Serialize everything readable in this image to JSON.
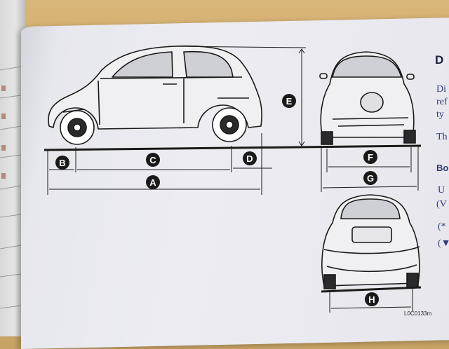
{
  "labels": {
    "A": "A",
    "B": "B",
    "C": "C",
    "D": "D",
    "E": "E",
    "F": "F",
    "G": "G",
    "H": "H"
  },
  "figure_code": "L0C0133m",
  "right_column": {
    "title": "D",
    "lines": [
      "Di",
      "ref",
      "ty",
      "Th",
      "Bo",
      "U",
      "(V",
      "(*",
      "(▼"
    ]
  },
  "colors": {
    "ink": "#1a1a1a",
    "paper": "#e9e9ef",
    "desk": "#c9a060"
  }
}
